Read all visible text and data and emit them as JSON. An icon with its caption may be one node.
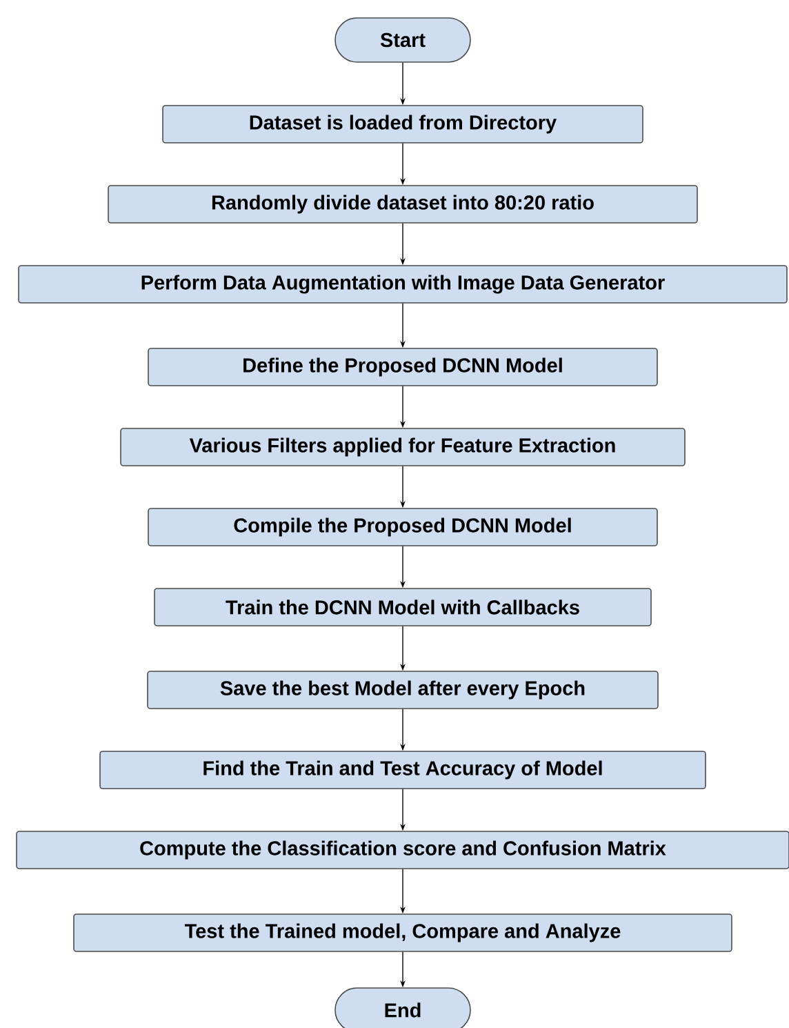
{
  "diagram": {
    "nodes": [
      {
        "text": [
          "Start"
        ]
      },
      {
        "text": [
          "Dataset is loaded from Directory"
        ]
      },
      {
        "text": [
          "Randomly divide dataset into 80:20 ratio"
        ]
      },
      {
        "text": [
          "Perform Data Augmentation with Image Data Generator"
        ]
      },
      {
        "text": [
          "Define the Proposed DCNN Model"
        ]
      },
      {
        "text": [
          "Various Filters applied for Feature Extraction"
        ]
      },
      {
        "text": [
          "Compile the Proposed DCNN Model"
        ]
      },
      {
        "text": [
          "Train the DCNN Model with Callbacks"
        ]
      },
      {
        "text": [
          "Save the best Model after every Epoch"
        ]
      },
      {
        "text": [
          "Find the Train and Test Accuracy of Model"
        ]
      },
      {
        "text": [
          "Compute the Classification score and Confusion Matrix"
        ]
      },
      {
        "text": [
          "Test the Trained model, Compare and Analyze"
        ]
      },
      {
        "text": [
          "End"
        ]
      }
    ],
    "edges": [
      {
        "from": 0,
        "to": 1,
        "arrow": "to"
      },
      {
        "from": 1,
        "to": 2,
        "arrow": "to"
      },
      {
        "from": 2,
        "to": 3,
        "arrow": "to"
      },
      {
        "from": 3,
        "to": 4,
        "arrow": "to"
      },
      {
        "from": 4,
        "to": 5,
        "arrow": "to"
      },
      {
        "from": 5,
        "to": 6,
        "arrow": "to"
      },
      {
        "from": 6,
        "to": 7,
        "arrow": "to"
      },
      {
        "from": 7,
        "to": 8,
        "arrow": "to"
      },
      {
        "from": 8,
        "to": 9,
        "arrow": "to"
      },
      {
        "from": 9,
        "to": 10,
        "arrow": "to"
      },
      {
        "from": 10,
        "to": 11,
        "arrow": "to"
      },
      {
        "from": 11,
        "to": 12,
        "arrow": "to"
      }
    ]
  }
}
